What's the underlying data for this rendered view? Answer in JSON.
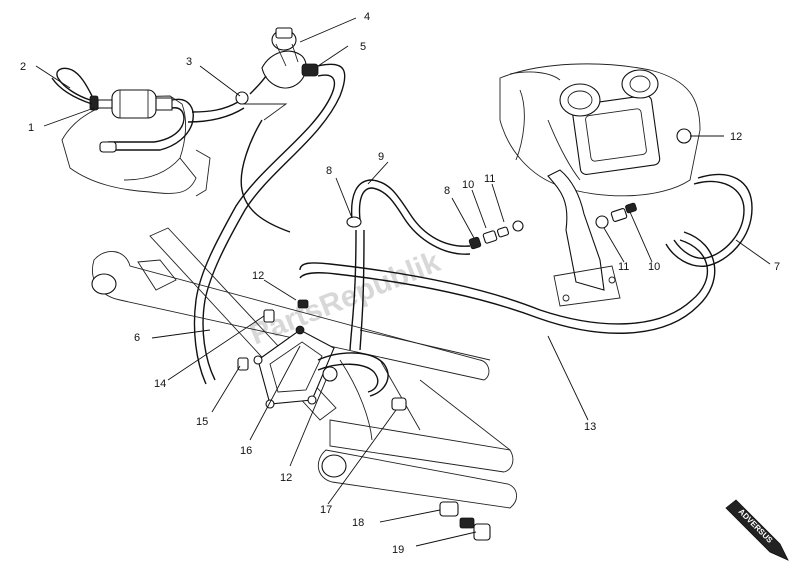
{
  "watermark": "PartsRepublik",
  "direction_marker": "ADVERSUS",
  "labels": [
    {
      "id": "l1",
      "text": "1"
    },
    {
      "id": "l2",
      "text": "2"
    },
    {
      "id": "l3",
      "text": "3"
    },
    {
      "id": "l4",
      "text": "4"
    },
    {
      "id": "l5",
      "text": "5"
    },
    {
      "id": "l6",
      "text": "6"
    },
    {
      "id": "l7",
      "text": "7"
    },
    {
      "id": "l8a",
      "text": "8"
    },
    {
      "id": "l8b",
      "text": "8"
    },
    {
      "id": "l9",
      "text": "9"
    },
    {
      "id": "l10a",
      "text": "10"
    },
    {
      "id": "l10b",
      "text": "10"
    },
    {
      "id": "l11a",
      "text": "11"
    },
    {
      "id": "l11b",
      "text": "11"
    },
    {
      "id": "l12a",
      "text": "12"
    },
    {
      "id": "l12b",
      "text": "12"
    },
    {
      "id": "l12c",
      "text": "12"
    },
    {
      "id": "l13",
      "text": "13"
    },
    {
      "id": "l14",
      "text": "14"
    },
    {
      "id": "l15",
      "text": "15"
    },
    {
      "id": "l16",
      "text": "16"
    },
    {
      "id": "l17",
      "text": "17"
    },
    {
      "id": "l18",
      "text": "18"
    },
    {
      "id": "l19",
      "text": "19"
    }
  ]
}
